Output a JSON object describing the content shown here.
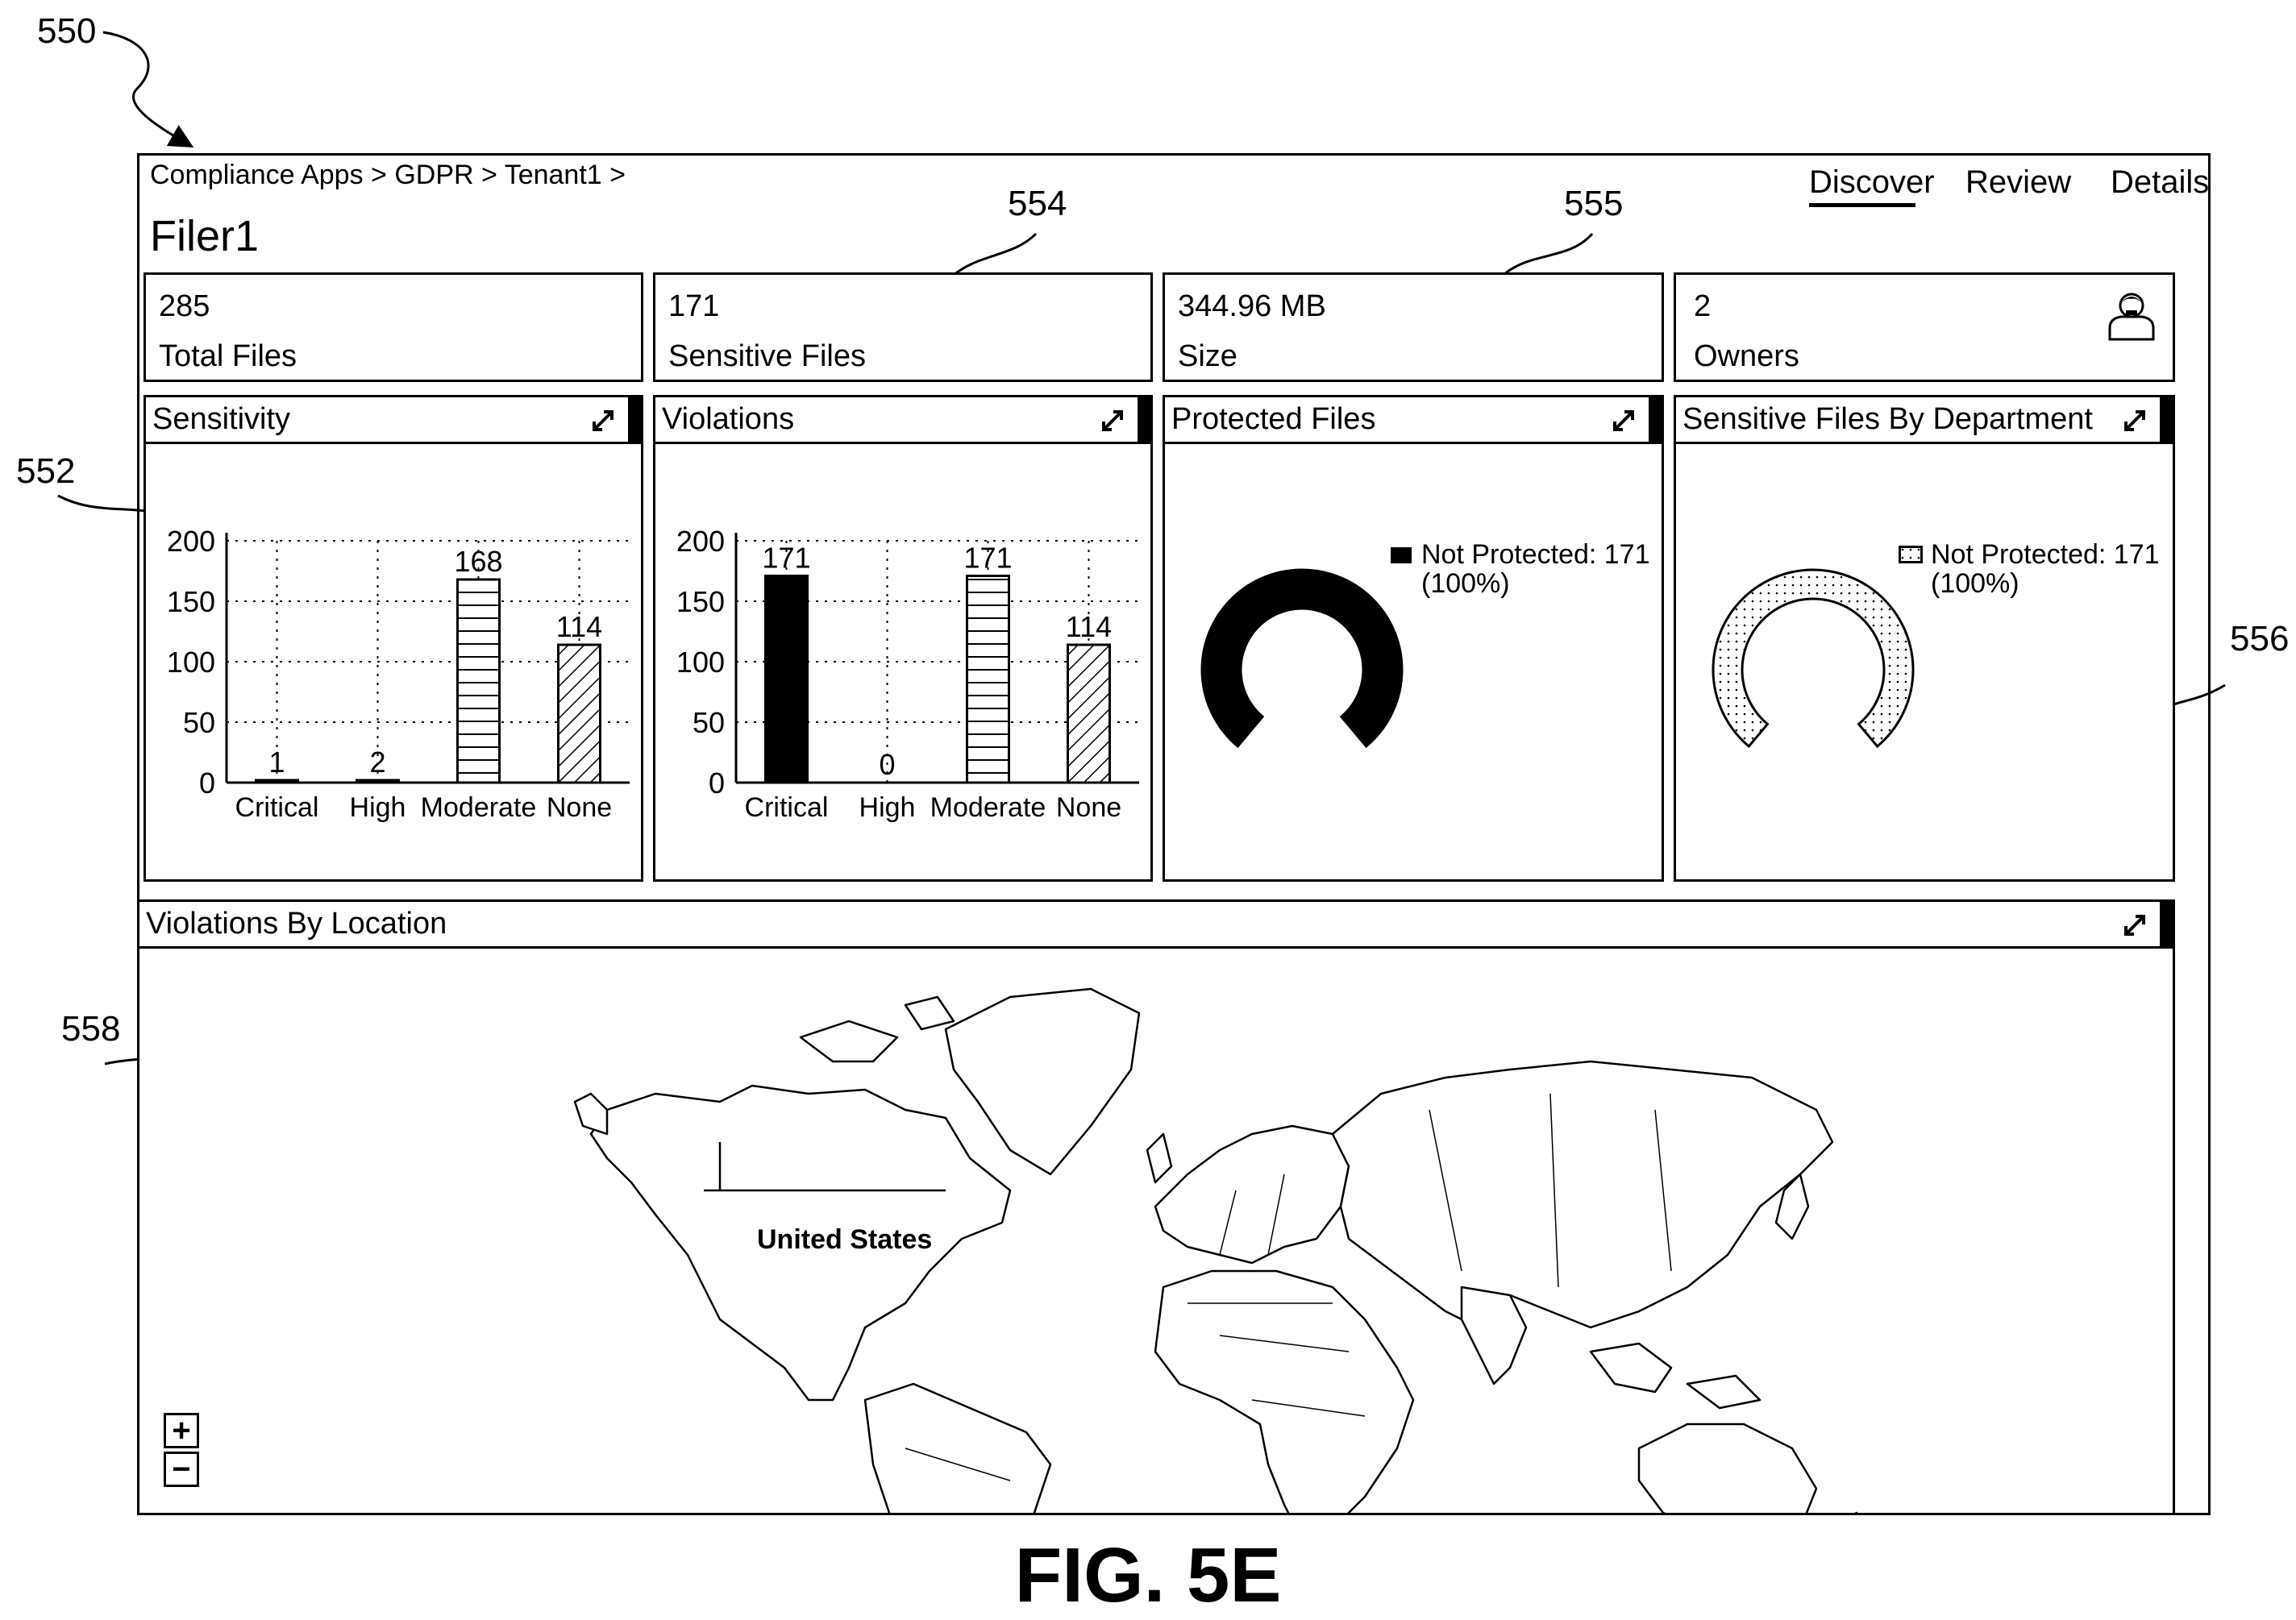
{
  "refs": {
    "r550": "550",
    "r552": "552",
    "r554": "554",
    "r555": "555",
    "r556": "556",
    "r558": "558"
  },
  "breadcrumb": "Compliance Apps > GDPR > Tenant1 >",
  "page_title": "Filer1",
  "tabs": [
    {
      "label": "Discover",
      "active": true
    },
    {
      "label": "Review",
      "active": false
    },
    {
      "label": "Details",
      "active": false
    }
  ],
  "stats": {
    "total": {
      "value": "285",
      "label": "Total Files"
    },
    "sensitive": {
      "value": "171",
      "label": "Sensitive Files"
    },
    "size": {
      "value": "344.96 MB",
      "label": "Size"
    },
    "owners": {
      "value": "2",
      "label": "Owners",
      "icon": "user-avatar-icon"
    }
  },
  "panels": {
    "sensitivity": {
      "title": "Sensitivity"
    },
    "violations": {
      "title": "Violations"
    },
    "protected": {
      "title": "Protected Files",
      "legend": "Not Protected: 171",
      "legend_pct": "(100%)"
    },
    "department": {
      "title": "Sensitive Files By Department",
      "legend": "Not Protected: 171",
      "legend_pct": "(100%)"
    },
    "location": {
      "title": "Violations By Location",
      "marker_label": "United States"
    }
  },
  "zoom": {
    "in": "+",
    "out": "−"
  },
  "figure_caption": "FIG. 5E",
  "chart_data": [
    {
      "type": "bar",
      "title": "Sensitivity",
      "categories": [
        "Critical",
        "High",
        "Moderate",
        "None"
      ],
      "values": [
        1,
        2,
        168,
        114
      ],
      "data_labels": [
        "1",
        "2",
        "168",
        "114"
      ],
      "yticks": [
        "0",
        "50",
        "100",
        "150",
        "200"
      ],
      "ylim": [
        0,
        200
      ],
      "fills": [
        "outline",
        "outline",
        "horizontal-lines",
        "diagonal-hatch"
      ],
      "grid": true
    },
    {
      "type": "bar",
      "title": "Violations",
      "categories": [
        "Critical",
        "High",
        "Moderate",
        "None"
      ],
      "values": [
        171,
        0,
        171,
        114
      ],
      "data_labels": [
        "171",
        "0",
        "171",
        "114"
      ],
      "yticks": [
        "0",
        "50",
        "100",
        "150",
        "200"
      ],
      "ylim": [
        0,
        200
      ],
      "fills": [
        "solid-black",
        "outline",
        "horizontal-lines",
        "diagonal-hatch"
      ],
      "grid": true
    },
    {
      "type": "pie",
      "title": "Protected Files",
      "style": "donut",
      "slices": [
        {
          "label": "Not Protected",
          "value": 171,
          "percent": 100,
          "fill": "solid-black"
        }
      ]
    },
    {
      "type": "pie",
      "title": "Sensitive Files By Department",
      "style": "donut",
      "slices": [
        {
          "label": "Not Protected",
          "value": 171,
          "percent": 100,
          "fill": "dotted"
        }
      ]
    }
  ]
}
